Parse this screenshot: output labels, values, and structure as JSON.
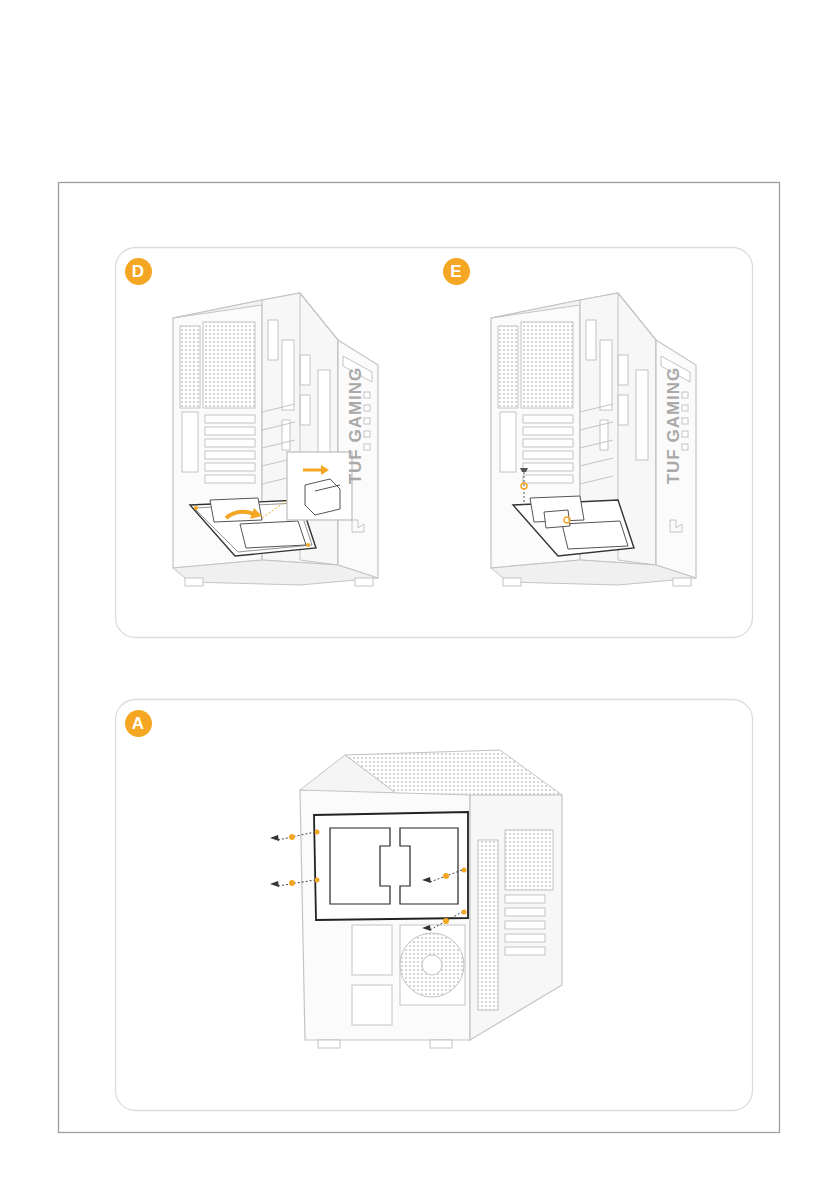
{
  "diagram": {
    "nodes": [
      {
        "text": [
          "D"
        ]
      },
      {
        "text": [
          "E"
        ]
      },
      {
        "text": [
          "A"
        ]
      }
    ],
    "labels": [
      "TUF GAMING",
      "TUF GAMING"
    ]
  }
}
